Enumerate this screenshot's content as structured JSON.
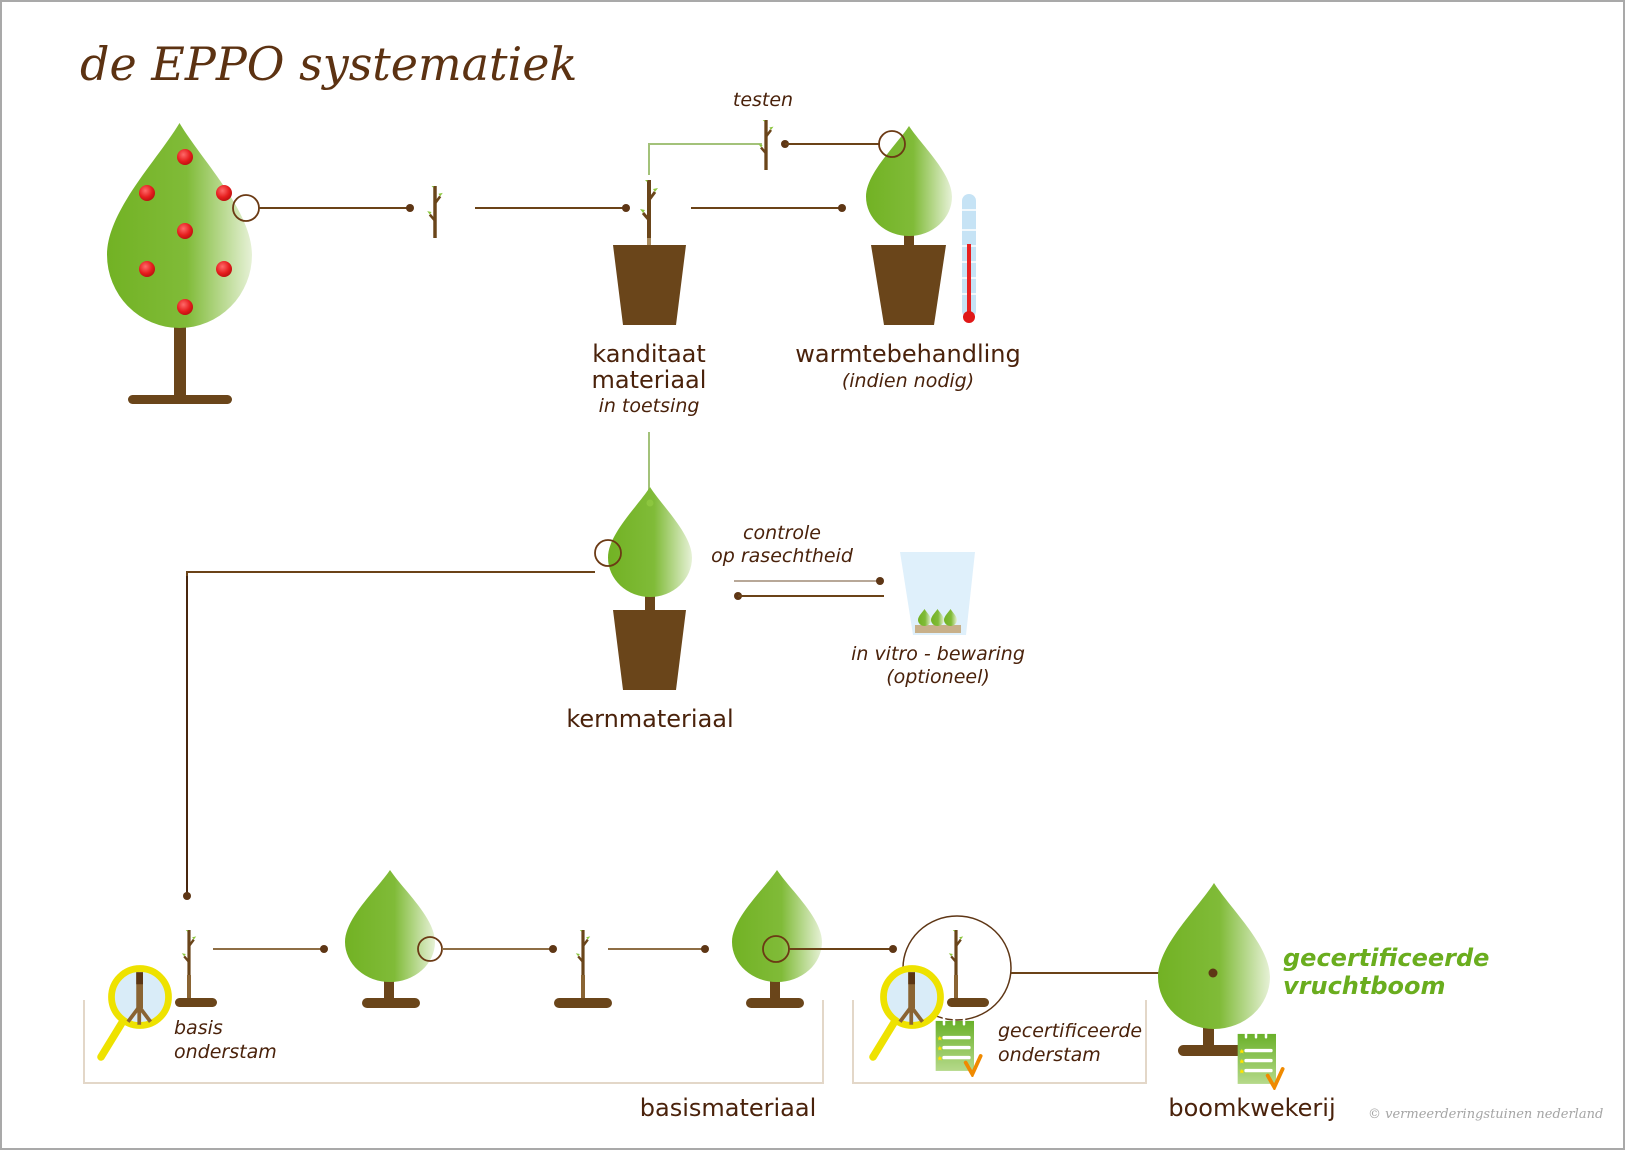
{
  "title": "de EPPO systematiek",
  "nodes": {
    "source_tree": {
      "label": "",
      "fruit_count": 7
    },
    "testen": {
      "label": "testen"
    },
    "kandidaat": {
      "label_line1": "kanditaat",
      "label_line2": "materiaal",
      "sublabel": "in toetsing"
    },
    "warmte": {
      "label": "warmtebehandling",
      "sublabel": "(indien nodig)"
    },
    "kern": {
      "label": "kernmateriaal"
    },
    "controle": {
      "label_line1": "controle",
      "label_line2": "op rasechtheid"
    },
    "invitro": {
      "label_line1": "in vitro - bewaring",
      "label_line2": "(optioneel)"
    },
    "basis_onderstam": {
      "label_line1": "basis",
      "label_line2": "onderstam"
    },
    "gecert_onderstam": {
      "label_line1": "gecertificeerde",
      "label_line2": "onderstam"
    },
    "gecert_vruchtboom": {
      "label_line1": "gecertificeerde",
      "label_line2": "vruchtboom"
    }
  },
  "groups": {
    "basismateriaal": "basismateriaal",
    "boomkwekerij": "boomkwekerij"
  },
  "copyright": "© vermeerderingstuinen nederland",
  "colors": {
    "brown": "#6a451a",
    "text_brown": "#4a220b",
    "title_brown": "#5c3212",
    "green": "#7ab62a",
    "green_light": "#d8ecc0",
    "accent_green_text": "#6aad1e",
    "fruit_red": "#e32020",
    "magnifier_yellow": "#f0e000",
    "thermo_blue": "#c6e3f5",
    "check_orange": "#f08a00"
  }
}
